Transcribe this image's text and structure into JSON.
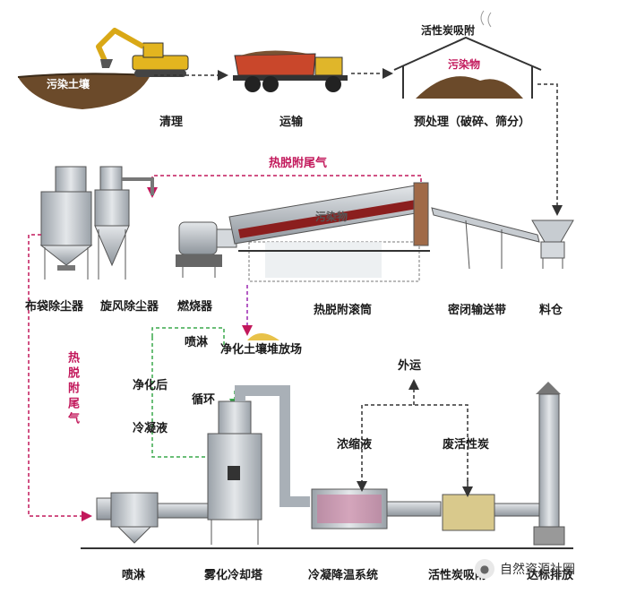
{
  "top_stage": {
    "clearing": "清理",
    "transport": "运输",
    "pretreatment": "预处理（破碎、筛分）",
    "contaminated_soil": "污染土壤",
    "activated_carbon_adsorption": "活性炭吸附",
    "pollutant": "污染物"
  },
  "middle_stage": {
    "thermal_desorption_gas": "热脱附尾气",
    "bag_filter": "布袋除尘器",
    "cyclone": "旋风除尘器",
    "burner": "燃烧器",
    "rotary_drum": "热脱附滚筒",
    "drum_body_text": "污染物",
    "sealed_conveyor": "密闭输送带",
    "hopper": "料仓",
    "spray": "喷淋",
    "purified_soil_pile": "净化土壤堆放场"
  },
  "bottom_stage": {
    "side_gas_label": "热脱附尾气",
    "after_purification": "净化后",
    "circulation": "循环",
    "condensate": "冷凝液",
    "concentrate": "浓缩液",
    "spent_carbon": "废活性炭",
    "export": "外运",
    "spray_unit": "喷淋",
    "atomizing_tower": "雾化冷却塔",
    "condensing_system": "冷凝降温系统",
    "carbon_adsorber": "活性炭吸附",
    "stack": "达标排放"
  },
  "watermark": "自然资源社圈",
  "colors": {
    "label_red": "#c2185b",
    "arrow_dark": "#333333",
    "gas_line": "#c2185b",
    "recirc_line": "#3aa84b",
    "steel": "#c7ccd1",
    "soil": "#6b4a2a"
  }
}
